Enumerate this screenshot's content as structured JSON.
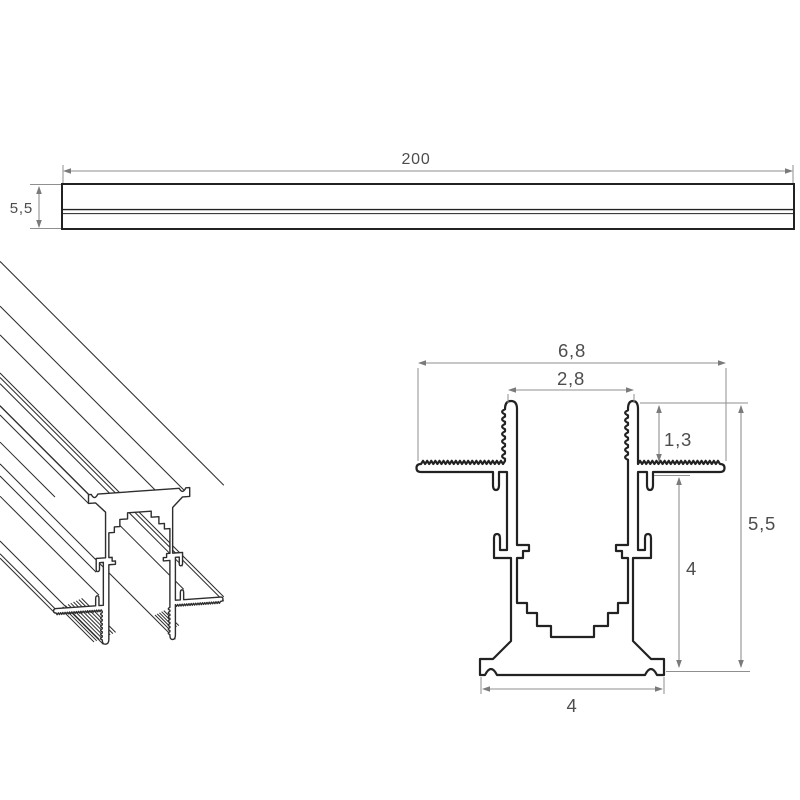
{
  "figure": {
    "type": "technical-drawing-aluminium-profile",
    "background": "#ffffff",
    "colors": {
      "outline": "#222222",
      "iso_line": "#2e2e2e",
      "dimension_line": "#8f8f8f",
      "arrow": "#7a7a7a",
      "text": "#4d4d4d"
    }
  },
  "top_view": {
    "length": "200",
    "height": "5,5"
  },
  "cross_section": {
    "overall_width": "6,8",
    "inner_width": "2,8",
    "lip_height": "1,3",
    "overall_height": "5,5",
    "body_height": "4",
    "base_width": "4"
  }
}
